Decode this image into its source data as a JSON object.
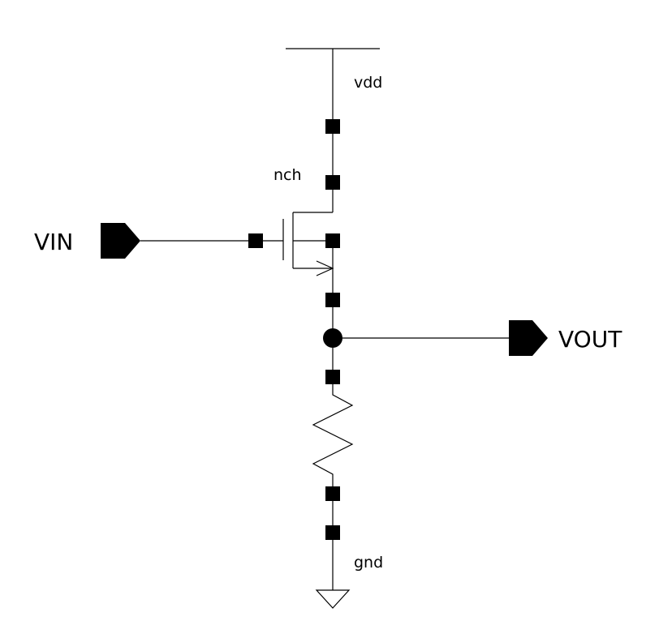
{
  "labels": {
    "supply": "vdd",
    "transistor": "nch",
    "input": "VIN",
    "output": "VOUT",
    "ground": "gnd"
  },
  "colors": {
    "line": "#000000",
    "background": "#ffffff"
  }
}
